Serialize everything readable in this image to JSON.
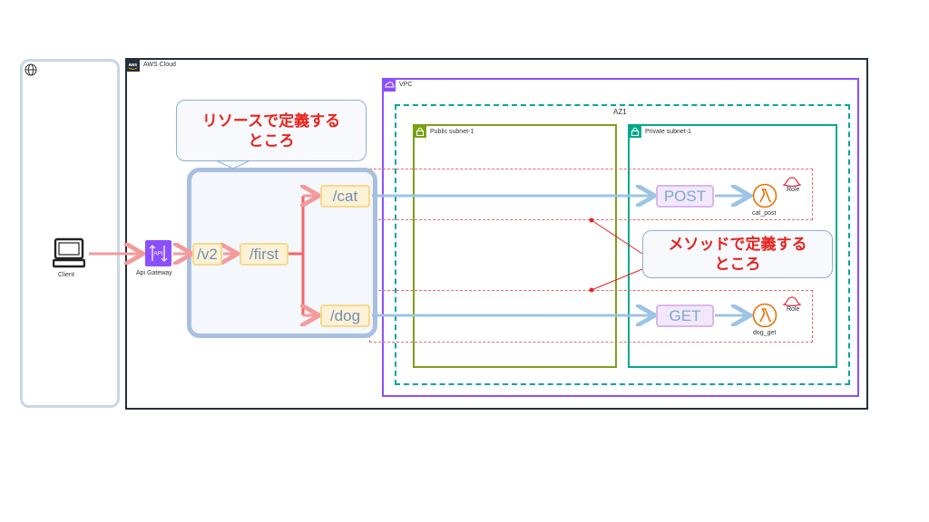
{
  "client": {
    "label": "Client"
  },
  "api_gateway": {
    "label": "Api Gateway"
  },
  "aws_cloud": {
    "label": "AWS Cloud"
  },
  "vpc": {
    "label": "VPC"
  },
  "az": {
    "label": "AZ1"
  },
  "public_subnet": {
    "label": "Public subnet-1"
  },
  "private_subnet": {
    "label": "Private subnet-1"
  },
  "resources": {
    "v2": "/v2",
    "first": "/first",
    "cat": "/cat",
    "dog": "/dog"
  },
  "methods": {
    "post": "POST",
    "get": "GET"
  },
  "lambdas": {
    "cat": "cat_post",
    "dog": "dog_get"
  },
  "roles": {
    "cat": "Role",
    "dog": "Role"
  },
  "callouts": {
    "resource_line1": "リソースで定義する",
    "resource_line2": "ところ",
    "method_line1": "メソッドで定義する",
    "method_line2": "ところ"
  },
  "colors": {
    "client_panel": "#c9d6ea",
    "resource_group": "#a9bfe0",
    "vpc": "#8c4fff",
    "az": "#00a4a6",
    "public_subnet": "#7aa116",
    "private_subnet": "#01a88d",
    "flow_arrow_red": "#f49a9a",
    "flow_arrow_blue": "#9cc4e4",
    "lambda": "#ed7100",
    "callout_text": "#e8231e"
  }
}
